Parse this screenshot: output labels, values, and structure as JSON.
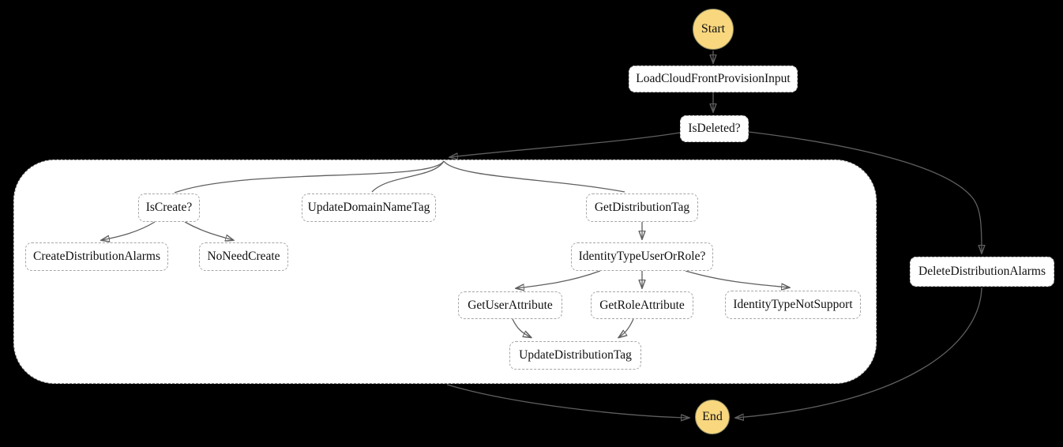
{
  "diagram": {
    "type": "flowchart",
    "background_color": "#000000",
    "terminal_fill_color": "#f9d77e",
    "node_fill_color": "#ffffff",
    "edge_color": "#5f5f5f",
    "nodes": {
      "start": {
        "label": "Start",
        "shape": "circle"
      },
      "load_cloudfront_provision_input": {
        "label": "LoadCloudFrontProvisionInput",
        "shape": "rounded-box"
      },
      "is_deleted": {
        "label": "IsDeleted?",
        "shape": "rounded-box"
      },
      "is_create": {
        "label": "IsCreate?",
        "shape": "rounded-box"
      },
      "update_domain_name_tag": {
        "label": "UpdateDomainNameTag",
        "shape": "rounded-box"
      },
      "get_distribution_tag": {
        "label": "GetDistributionTag",
        "shape": "rounded-box"
      },
      "create_distribution_alarms": {
        "label": "CreateDistributionAlarms",
        "shape": "rounded-box"
      },
      "no_need_create": {
        "label": "NoNeedCreate",
        "shape": "rounded-box"
      },
      "identity_type_user_or_role": {
        "label": "IdentityTypeUserOrRole?",
        "shape": "rounded-box"
      },
      "get_user_attribute": {
        "label": "GetUserAttribute",
        "shape": "rounded-box"
      },
      "get_role_attribute": {
        "label": "GetRoleAttribute",
        "shape": "rounded-box"
      },
      "identity_type_not_support": {
        "label": "IdentityTypeNotSupport",
        "shape": "rounded-box"
      },
      "update_distribution_tag": {
        "label": "UpdateDistributionTag",
        "shape": "rounded-box"
      },
      "delete_distribution_alarms": {
        "label": "DeleteDistributionAlarms",
        "shape": "rounded-box"
      },
      "end": {
        "label": "End",
        "shape": "circle"
      }
    },
    "cluster": {
      "label": "",
      "members": [
        "is_create",
        "update_domain_name_tag",
        "get_distribution_tag",
        "create_distribution_alarms",
        "no_need_create",
        "identity_type_user_or_role",
        "get_user_attribute",
        "get_role_attribute",
        "identity_type_not_support",
        "update_distribution_tag"
      ]
    },
    "edges": [
      {
        "from": "start",
        "to": "load_cloudfront_provision_input",
        "arrow": true
      },
      {
        "from": "load_cloudfront_provision_input",
        "to": "is_deleted",
        "arrow": true
      },
      {
        "from": "is_deleted",
        "to": "cluster",
        "arrow": true
      },
      {
        "from": "is_deleted",
        "to": "delete_distribution_alarms",
        "arrow": true
      },
      {
        "from": "cluster-entry",
        "to": "is_create",
        "arrow": false
      },
      {
        "from": "cluster-entry",
        "to": "update_domain_name_tag",
        "arrow": false
      },
      {
        "from": "cluster-entry",
        "to": "get_distribution_tag",
        "arrow": false
      },
      {
        "from": "is_create",
        "to": "create_distribution_alarms",
        "arrow": true
      },
      {
        "from": "is_create",
        "to": "no_need_create",
        "arrow": true
      },
      {
        "from": "get_distribution_tag",
        "to": "identity_type_user_or_role",
        "arrow": true
      },
      {
        "from": "identity_type_user_or_role",
        "to": "get_user_attribute",
        "arrow": true
      },
      {
        "from": "identity_type_user_or_role",
        "to": "get_role_attribute",
        "arrow": true
      },
      {
        "from": "identity_type_user_or_role",
        "to": "identity_type_not_support",
        "arrow": true
      },
      {
        "from": "get_user_attribute",
        "to": "update_distribution_tag",
        "arrow": true
      },
      {
        "from": "get_role_attribute",
        "to": "update_distribution_tag",
        "arrow": true
      },
      {
        "from": "cluster",
        "to": "end",
        "arrow": true
      },
      {
        "from": "delete_distribution_alarms",
        "to": "end",
        "arrow": true
      }
    ]
  }
}
